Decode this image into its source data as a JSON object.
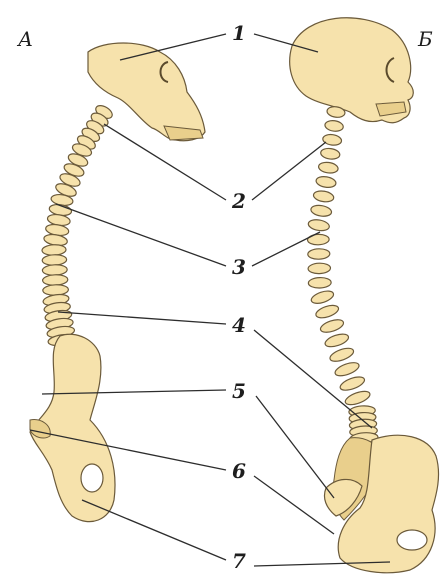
{
  "panels": {
    "left": "А",
    "right": "Б"
  },
  "labels": [
    "1",
    "2",
    "3",
    "4",
    "5",
    "6",
    "7"
  ]
}
